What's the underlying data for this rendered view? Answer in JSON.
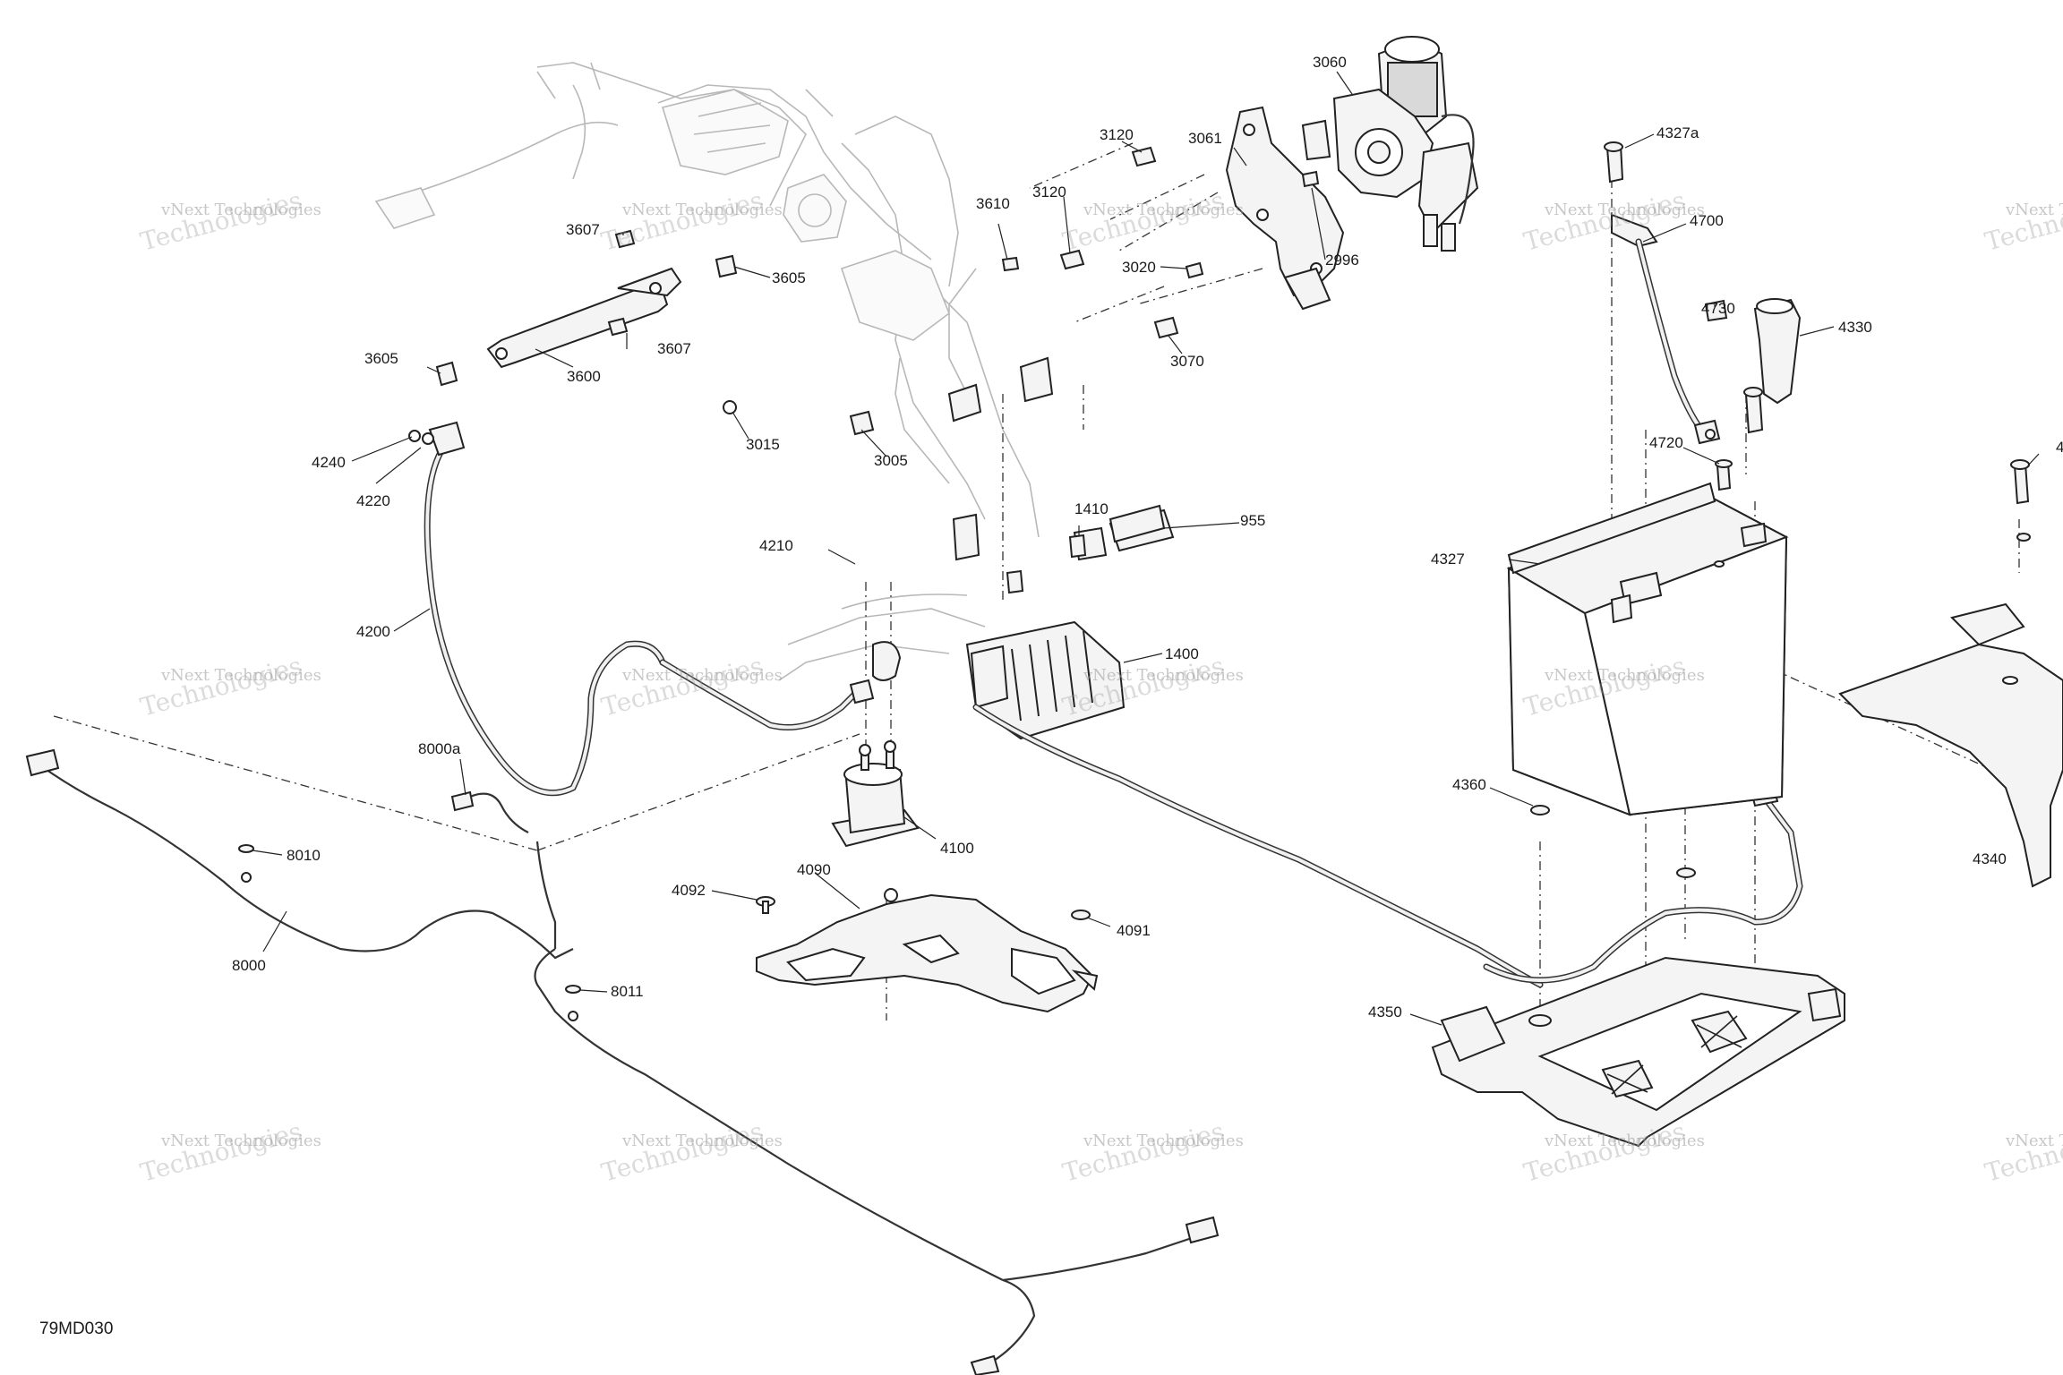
{
  "diagram_code": "79MD030",
  "watermark": {
    "line1": "vNext Technologies",
    "line2": "Technologies"
  },
  "callouts": [
    {
      "id": "c3061",
      "text": "3061"
    },
    {
      "id": "c3060",
      "text": "3060"
    },
    {
      "id": "c3120a",
      "text": "3120"
    },
    {
      "id": "c3120b",
      "text": "3120"
    },
    {
      "id": "c3610",
      "text": "3610"
    },
    {
      "id": "c2996",
      "text": "2996"
    },
    {
      "id": "c3020",
      "text": "3020"
    },
    {
      "id": "c3070",
      "text": "3070"
    },
    {
      "id": "c3607a",
      "text": "3607"
    },
    {
      "id": "c3605a",
      "text": "3605"
    },
    {
      "id": "c3607b",
      "text": "3607"
    },
    {
      "id": "c3605b",
      "text": "3605"
    },
    {
      "id": "c3600",
      "text": "3600"
    },
    {
      "id": "c3015",
      "text": "3015"
    },
    {
      "id": "c3005",
      "text": "3005"
    },
    {
      "id": "c4240",
      "text": "4240"
    },
    {
      "id": "c4220",
      "text": "4220"
    },
    {
      "id": "c4200",
      "text": "4200"
    },
    {
      "id": "c1410",
      "text": "1410"
    },
    {
      "id": "c955",
      "text": "955"
    },
    {
      "id": "c4210",
      "text": "4210"
    },
    {
      "id": "c1400",
      "text": "1400"
    },
    {
      "id": "c8000a",
      "text": "8000a"
    },
    {
      "id": "c8010",
      "text": "8010"
    },
    {
      "id": "c8000",
      "text": "8000"
    },
    {
      "id": "c8011",
      "text": "8011"
    },
    {
      "id": "c4100",
      "text": "4100"
    },
    {
      "id": "c4092",
      "text": "4092"
    },
    {
      "id": "c4090",
      "text": "4090"
    },
    {
      "id": "c4091",
      "text": "4091"
    },
    {
      "id": "c4327a",
      "text": "4327a"
    },
    {
      "id": "c4700",
      "text": "4700"
    },
    {
      "id": "c4730",
      "text": "4730"
    },
    {
      "id": "c4330",
      "text": "4330"
    },
    {
      "id": "c4720",
      "text": "4720"
    },
    {
      "id": "c4327",
      "text": "4327"
    },
    {
      "id": "c4360",
      "text": "4360"
    },
    {
      "id": "c4350",
      "text": "4350"
    },
    {
      "id": "c4340",
      "text": "4340"
    },
    {
      "id": "c4edge",
      "text": "4"
    }
  ]
}
